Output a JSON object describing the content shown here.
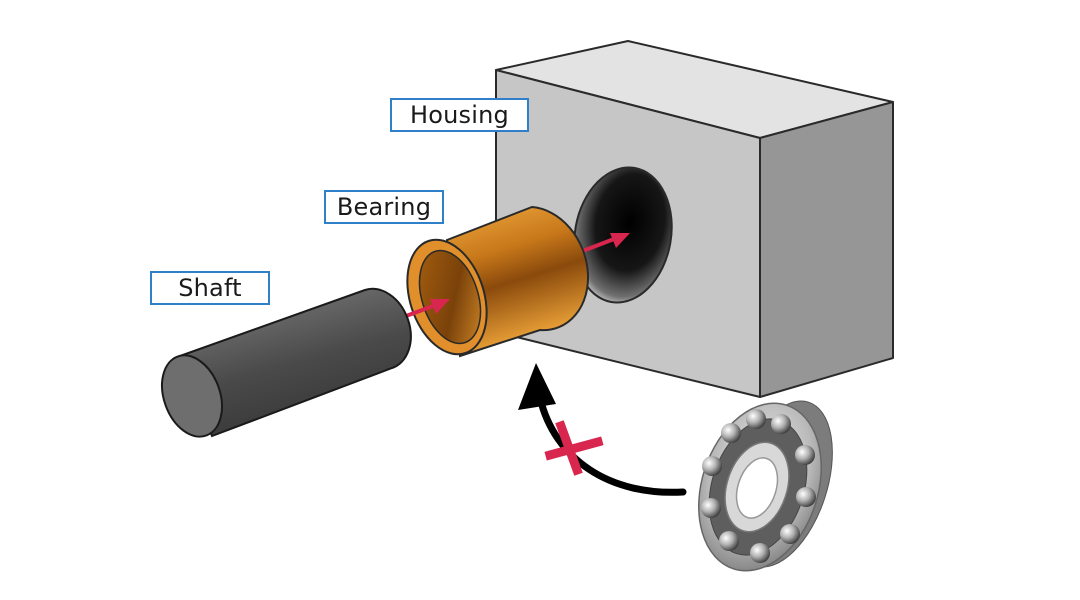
{
  "labels": {
    "housing": "Housing",
    "bearing": "Bearing",
    "shaft": "Shaft"
  },
  "colors": {
    "label_border": "#2f80c8",
    "arrow_red": "#d9264e",
    "cross_red": "#d9264e",
    "bushing_orange": "#d4851c",
    "housing_gray": "#c8c8c8",
    "shaft_dark": "#4f4f4f",
    "curved_arrow": "#000000"
  }
}
